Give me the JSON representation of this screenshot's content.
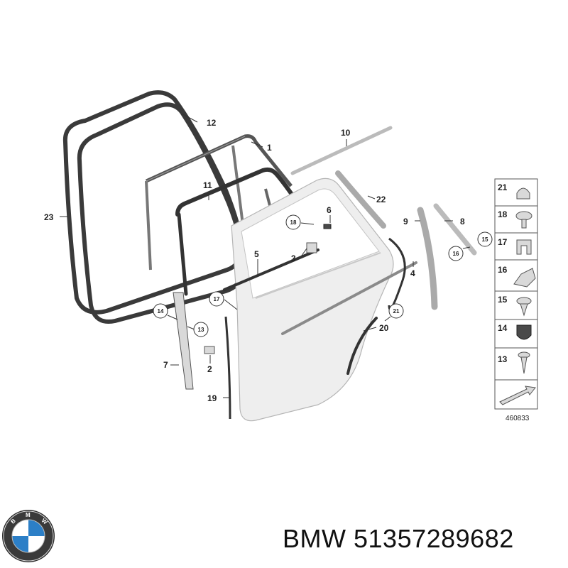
{
  "diagram": {
    "callouts": [
      "1",
      "2",
      "3",
      "4",
      "5",
      "6",
      "7",
      "8",
      "9",
      "10",
      "11",
      "12",
      "19",
      "20",
      "22",
      "23"
    ],
    "circled_callouts": [
      "13",
      "14",
      "15",
      "16",
      "17",
      "18",
      "21"
    ],
    "legend": {
      "items": [
        "21",
        "18",
        "17",
        "16",
        "15",
        "14",
        "13"
      ],
      "reference_code": "460833"
    }
  },
  "caption": {
    "brand": "BMW",
    "part_number": "51357289682"
  },
  "colors": {
    "seal": "#3a3a3a",
    "door_panel": "#eeeeee",
    "trim": "#cccccc",
    "logo_blue": "#2c7fc7"
  }
}
